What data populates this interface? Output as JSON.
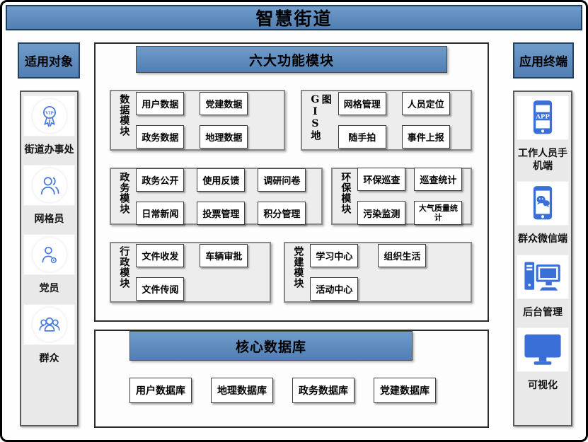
{
  "title": "智慧街道",
  "left_panel": {
    "header": "适用对象",
    "items": [
      {
        "label": "街道办事处",
        "icon": "medal-icon",
        "icon_text": "VIP"
      },
      {
        "label": "网格员",
        "icon": "person-icon"
      },
      {
        "label": "党员",
        "icon": "person-badge-icon"
      },
      {
        "label": "群众",
        "icon": "group-icon"
      }
    ]
  },
  "main": {
    "header": "六大功能模块",
    "modules": [
      {
        "name": "数据模块",
        "items": [
          "用户数据",
          "党建数据",
          "政务数据",
          "地理数据"
        ]
      },
      {
        "name": "GIS地图",
        "items": [
          "网格管理",
          "人员定位",
          "随手拍",
          "事件上报"
        ]
      },
      {
        "name": "政务模块",
        "items": [
          "政务公开",
          "使用反馈",
          "调研问卷",
          "日常新闻",
          "投票管理",
          "积分管理"
        ]
      },
      {
        "name": "环保模块",
        "items": [
          "环保巡查",
          "巡查统计",
          "污染监测",
          "大气质量统计"
        ]
      },
      {
        "name": "行政模块",
        "items": [
          "文件收发",
          "车辆审批",
          "文件传阅"
        ]
      },
      {
        "name": "党建模块",
        "items": [
          "学习中心",
          "组织生活",
          "活动中心"
        ]
      }
    ],
    "database": {
      "header": "核心数据库",
      "items": [
        "用户数据库",
        "地理数据库",
        "政务数据库",
        "党建数据库"
      ]
    }
  },
  "right_panel": {
    "header": "应用终端",
    "items": [
      {
        "label": "工作人员手机端",
        "icon": "phone-app-icon",
        "icon_text": "APP"
      },
      {
        "label": "群众微信端",
        "icon": "phone-wechat-icon"
      },
      {
        "label": "后台管理",
        "icon": "desktop-icon"
      },
      {
        "label": "可视化",
        "icon": "monitor-icon"
      }
    ]
  },
  "colors": {
    "header_blue": "#5d8fc2",
    "header_border": "#24415f",
    "icon_blue": "#3b6fd8",
    "panel_bg": "#e9e9e9"
  }
}
